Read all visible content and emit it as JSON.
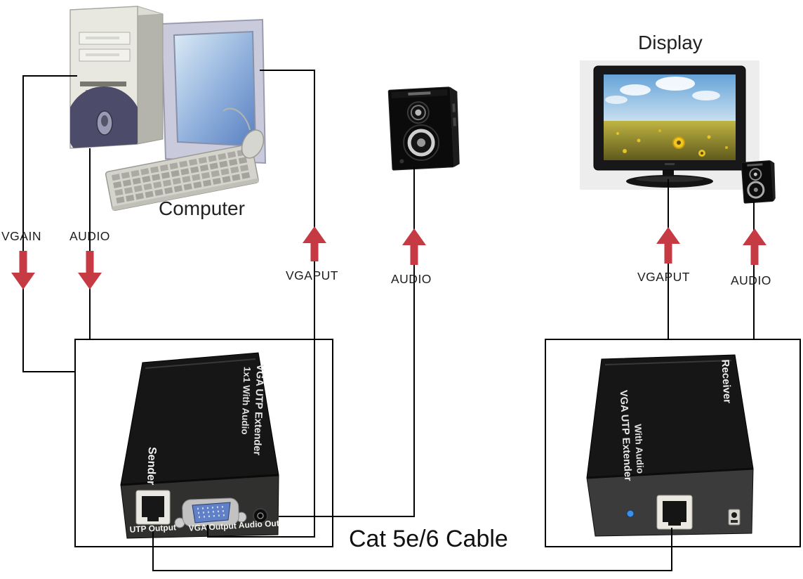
{
  "labels": {
    "computer": "Computer",
    "display": "Display",
    "cable": "Cat 5e/6 Cable"
  },
  "signals": {
    "vgain": {
      "text": "VGAIN",
      "direction": "down"
    },
    "audio_pc": {
      "text": "AUDIO",
      "direction": "down"
    },
    "vgaput_local": {
      "text": "VGAPUT",
      "direction": "up"
    },
    "audio_local": {
      "text": "AUDIO",
      "direction": "up"
    },
    "vgaput_remote": {
      "text": "VGAPUT",
      "direction": "up"
    },
    "audio_remote": {
      "text": "AUDIO",
      "direction": "up"
    }
  },
  "sender": {
    "title": "VGA UTP Extender",
    "subtitle": "1x1 With Audio",
    "name": "Sender",
    "ports": {
      "utp": "UTP Output",
      "vga": "VGA Output",
      "audio": "Audio Out"
    }
  },
  "receiver": {
    "title": "VGA UTP Extender",
    "subtitle": "With Audio",
    "name": "Receiver"
  },
  "colors": {
    "arrow_red": "#c63a44",
    "line_black": "#000000",
    "led_blue": "#3d8fe8"
  }
}
